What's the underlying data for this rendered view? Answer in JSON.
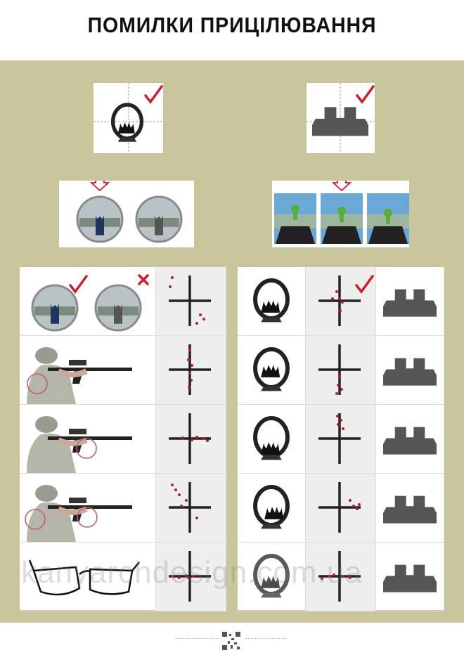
{
  "title": "ПОМИЛКИ ПРИЦІЛЮВАННЯ",
  "watermark": "kanyarchdesign.com.ua",
  "colors": {
    "background": "#c9c69e",
    "check": "#cc1f2a",
    "mark": "#222222",
    "dots": "#b0202c"
  },
  "icons": [
    "check-icon",
    "cross-icon",
    "front-sight-icon",
    "rear-sight-icon",
    "target-icon",
    "scope-icon",
    "soldier-rifle-image",
    "glasses-icon",
    "qr-code-icon",
    "down-arrow-icon"
  ],
  "left_rows": [
    "scope-correct-vs-incorrect",
    "soldier-grip-1",
    "soldier-grip-2",
    "soldier-grip-3",
    "glasses"
  ],
  "right_rows": [
    "centered",
    "high",
    "low",
    "right",
    "blurred"
  ]
}
